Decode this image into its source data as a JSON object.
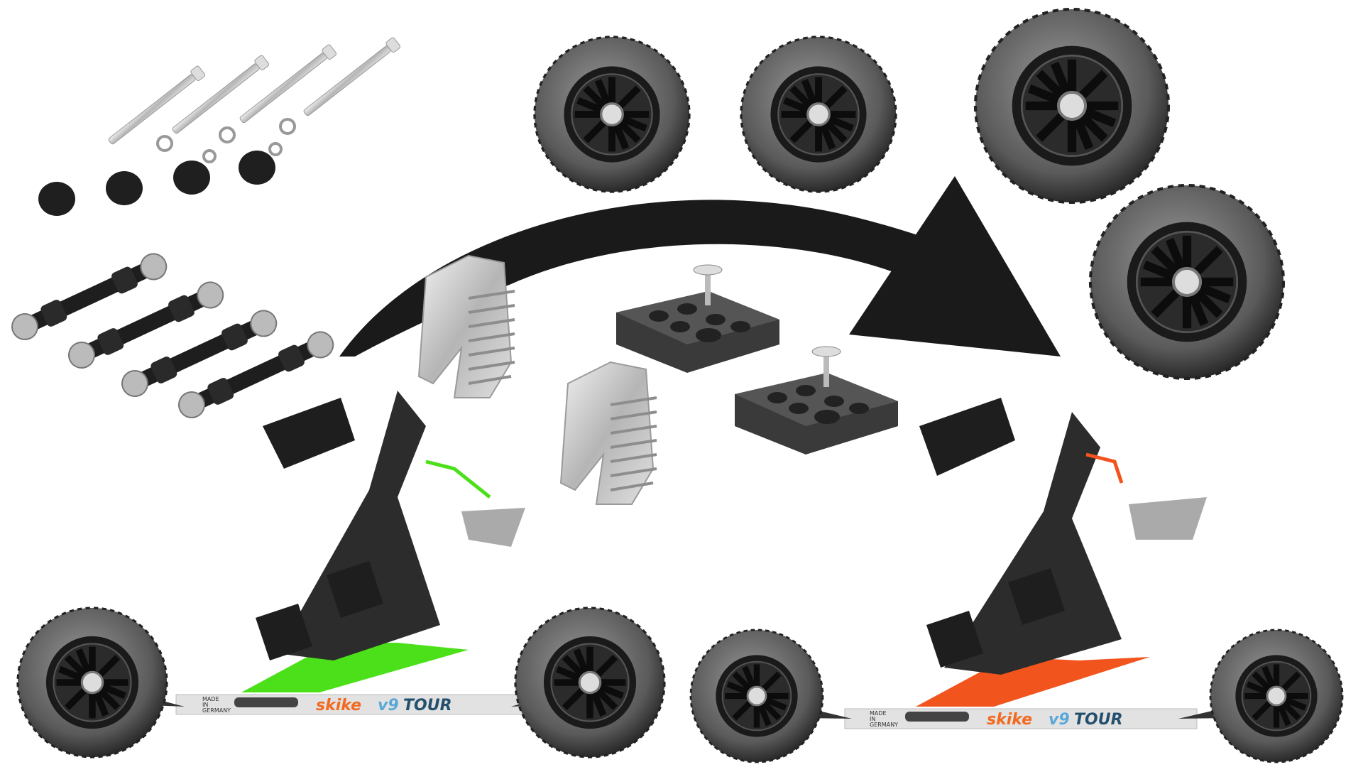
{
  "scene": {
    "background": "#ffffff",
    "arrow_color": "#1a1a1a"
  },
  "skike_left": {
    "brand": "skike",
    "model": "v9",
    "line": "TOUR",
    "made_in": [
      "MADE",
      "IN",
      "GERMANY"
    ],
    "accent_color": "#4be01a"
  },
  "skike_right": {
    "brand": "skike",
    "model": "v9",
    "line": "TOUR",
    "made_in": [
      "MADE",
      "IN",
      "GERMANY"
    ],
    "accent_color": "#f2541e"
  },
  "colors": {
    "tire": "#3a3a3a",
    "rim": "#111111",
    "metal": "#c8c8c8",
    "frame": "#e2e2e2",
    "logo_orange": "#f26a21",
    "logo_blue": "#5aa8d8",
    "logo_navy": "#24506e"
  }
}
